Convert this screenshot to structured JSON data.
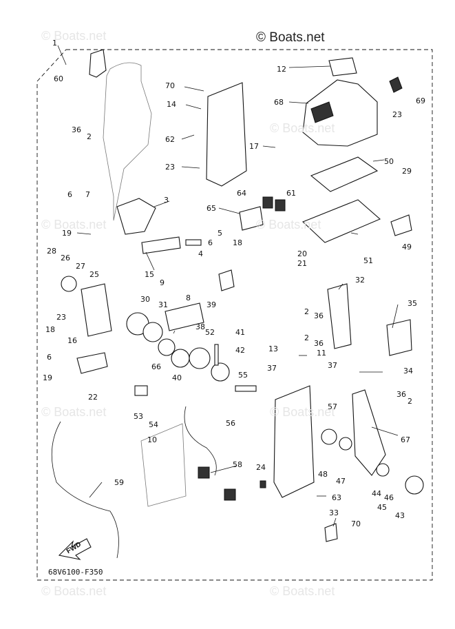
{
  "brand": {
    "text": "© Boats.net"
  },
  "watermarks": [
    "© Boats.net",
    "© Boats.net",
    "© Boats.net",
    "© Boats.net",
    "© Boats.net",
    "© Boats.net",
    "© Boats.net",
    "© Boats.net"
  ],
  "diagram_code": "68V6100-F350",
  "fwd_label": "FWD",
  "callouts": [
    "1",
    "60",
    "36",
    "2",
    "12",
    "68",
    "69",
    "23",
    "70",
    "14",
    "62",
    "23",
    "17",
    "50",
    "29",
    "6",
    "7",
    "3",
    "65",
    "64",
    "61",
    "5",
    "6",
    "18",
    "4",
    "19",
    "15",
    "9",
    "49",
    "51",
    "20",
    "21",
    "28",
    "26",
    "27",
    "25",
    "30",
    "31",
    "8",
    "39",
    "38",
    "23",
    "32",
    "2",
    "36",
    "2",
    "36",
    "35",
    "18",
    "16",
    "6",
    "19",
    "22",
    "66",
    "40",
    "52",
    "41",
    "42",
    "13",
    "37",
    "11",
    "37",
    "34",
    "53",
    "54",
    "55",
    "10",
    "56",
    "57",
    "36",
    "2",
    "58",
    "24",
    "48",
    "47",
    "67",
    "59",
    "63",
    "44",
    "46",
    "45",
    "43",
    "33",
    "70"
  ],
  "colors": {
    "line": "#111111",
    "paper": "#ffffff",
    "watermark": "#e6e6e6"
  }
}
